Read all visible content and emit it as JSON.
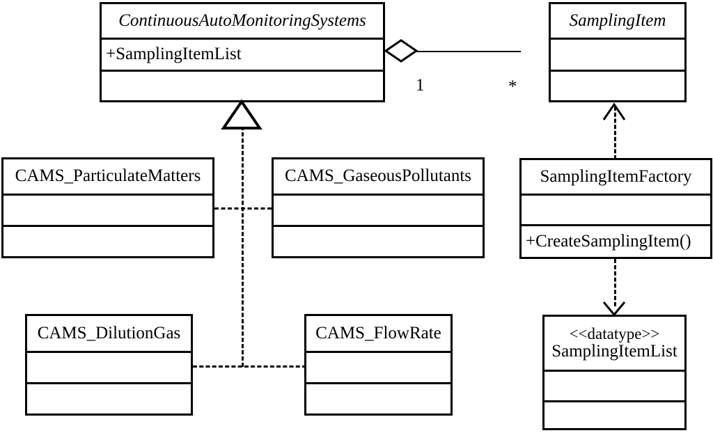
{
  "diagram": {
    "kind": "uml-class-diagram",
    "stroke_color": "#000000",
    "background_color": "#ffffff",
    "classes": [
      {
        "id": "continuous-auto-monitoring-systems",
        "name": "ContinuousAutoMonitoringSystems",
        "abstract": true,
        "stereotype": "",
        "attributes": [
          "+SamplingItemList"
        ],
        "operations": []
      },
      {
        "id": "sampling-item",
        "name": "SamplingItem",
        "abstract": true,
        "stereotype": "",
        "attributes": [],
        "operations": []
      },
      {
        "id": "cams-particulate-matters",
        "name": "CAMS_ParticulateMatters",
        "abstract": false,
        "stereotype": "",
        "attributes": [],
        "operations": []
      },
      {
        "id": "cams-gaseous-pollutants",
        "name": "CAMS_GaseousPollutants",
        "abstract": false,
        "stereotype": "",
        "attributes": [],
        "operations": []
      },
      {
        "id": "sampling-item-factory",
        "name": "SamplingItemFactory",
        "abstract": false,
        "stereotype": "",
        "attributes": [],
        "operations": [
          "+CreateSamplingItem()"
        ]
      },
      {
        "id": "cams-dilution-gas",
        "name": "CAMS_DilutionGas",
        "abstract": false,
        "stereotype": "",
        "attributes": [],
        "operations": []
      },
      {
        "id": "cams-flow-rate",
        "name": "CAMS_FlowRate",
        "abstract": false,
        "stereotype": "",
        "attributes": [],
        "operations": []
      },
      {
        "id": "sampling-item-list",
        "name": "SamplingItemList",
        "abstract": false,
        "stereotype": "<<datatype>>",
        "attributes": [],
        "operations": []
      }
    ],
    "relationships": [
      {
        "id": "aggregation-cams-samplingitem",
        "type": "aggregation",
        "from": "continuous-auto-monitoring-systems",
        "to": "sampling-item",
        "source_multiplicity": "1",
        "target_multiplicity": "*"
      },
      {
        "id": "generalization-subclasses",
        "type": "realization",
        "from": "cams-particulate-matters, cams-gaseous-pollutants, cams-dilution-gas, cams-flow-rate",
        "to": "continuous-auto-monitoring-systems",
        "source_multiplicity": "",
        "target_multiplicity": ""
      },
      {
        "id": "dependency-factory-samplingitem",
        "type": "dependency",
        "from": "sampling-item-factory",
        "to": "sampling-item",
        "source_multiplicity": "",
        "target_multiplicity": ""
      },
      {
        "id": "dependency-factory-samplingitemlist",
        "type": "dependency",
        "from": "sampling-item-factory",
        "to": "sampling-item-list",
        "source_multiplicity": "",
        "target_multiplicity": ""
      }
    ],
    "multiplicity_labels": {
      "source": "1",
      "target": "*"
    }
  }
}
